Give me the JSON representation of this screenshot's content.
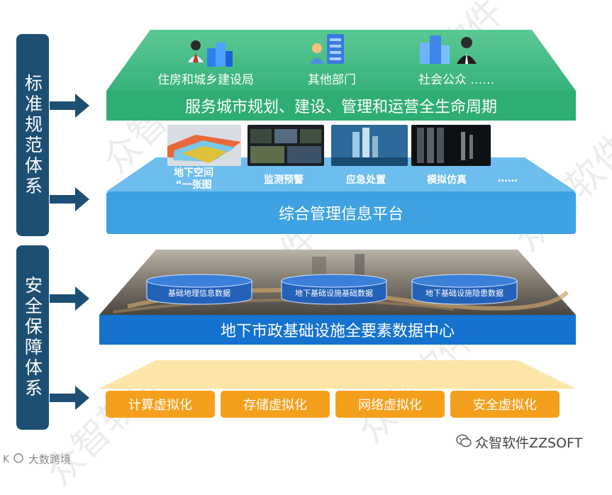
{
  "pillars": {
    "standards": "标准规范体系",
    "security": "安全保障体系"
  },
  "service_layer": {
    "users": [
      "住房和城乡建设局",
      "其他部门",
      "社会公众 ……"
    ],
    "banner": "服务城市规划、建设、管理和运营全生命周期"
  },
  "app_layer": {
    "apps": [
      "地下空间\n“一张图",
      "监测预警",
      "应急处置",
      "模拟仿真",
      "……"
    ],
    "banner": "综合管理信息平台"
  },
  "data_layer": {
    "databases": [
      "基础地理信息数据",
      "地下基础设施基础数据",
      "地下基础设施隐患数据"
    ],
    "banner": "地下市政基础设施全要素数据中心"
  },
  "infra_layer": {
    "items": [
      "计算虚拟化",
      "存储虚拟化",
      "网络虚拟化",
      "安全虚拟化"
    ]
  },
  "watermarks": {
    "wechat": "众智软件ZZSOFT",
    "corner": "大数跨境",
    "diagonal": "众智软件"
  },
  "colors": {
    "pillar": "#1d4f73",
    "green": "#3dbb83",
    "light_blue": "#62b7ea",
    "blue": "#1d7fd4",
    "dark_blue": "#1565b8",
    "orange": "#f5a01d"
  }
}
